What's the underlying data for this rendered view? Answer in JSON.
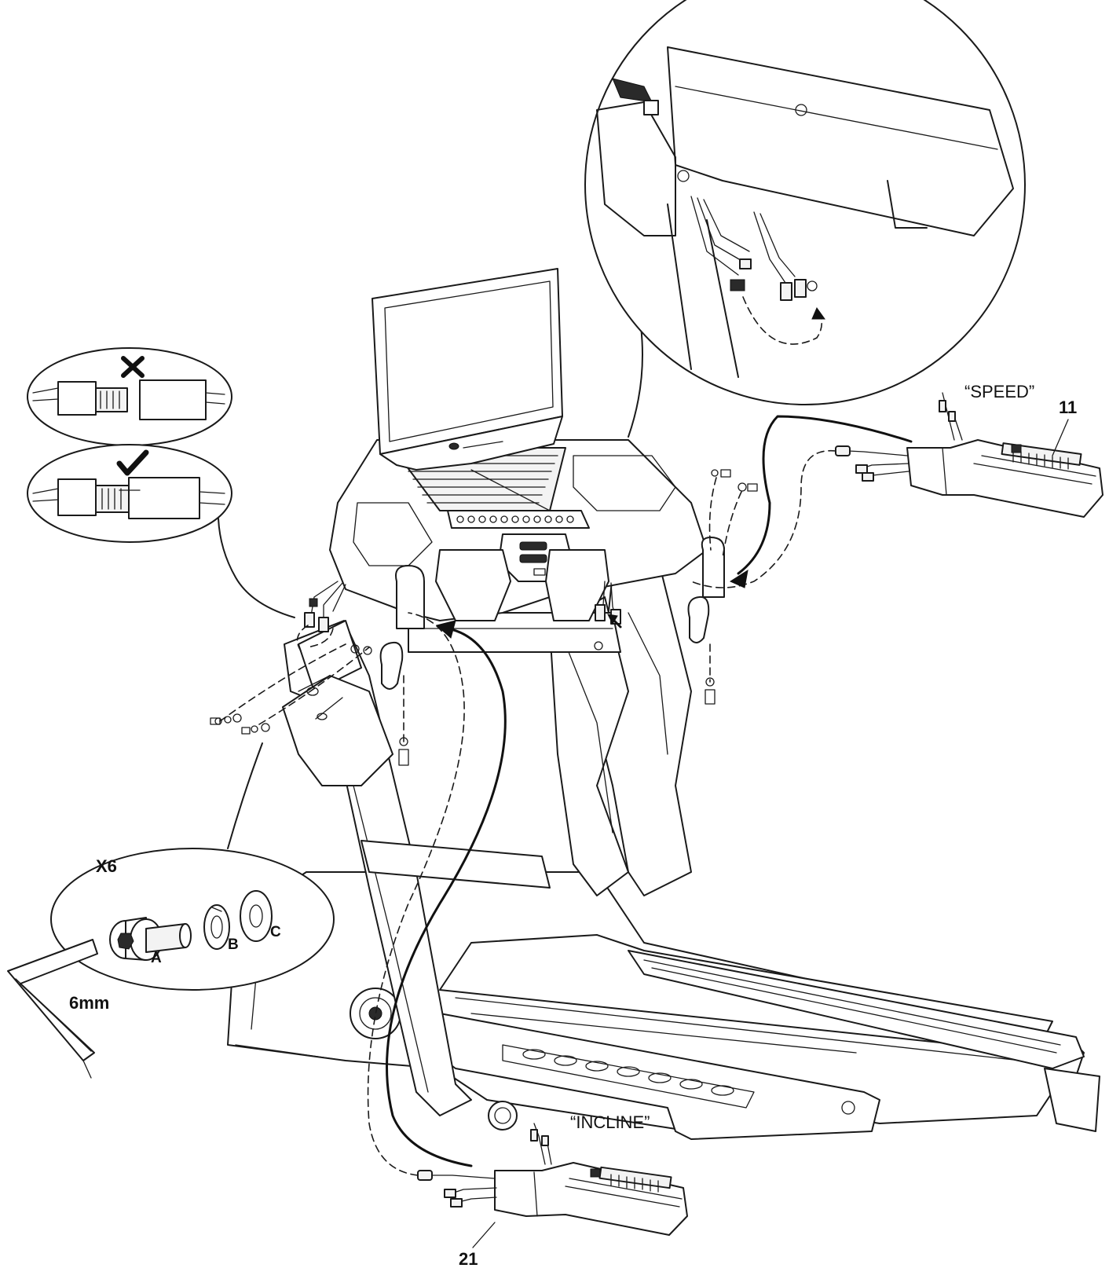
{
  "labels": {
    "speed_label": "“SPEED”",
    "speed_part": "11",
    "incline_label": "“INCLINE”",
    "incline_part": "21",
    "hardware_qty": "X6",
    "hex_key_size": "6mm",
    "bolt_label": "A",
    "lock_washer_label": "B",
    "flat_washer_label": "C"
  },
  "icons": {
    "wrong_connection": "cross-mark-icon",
    "correct_connection": "check-mark-icon"
  },
  "colors": {
    "line": "#1a1a1a",
    "background": "#ffffff"
  }
}
